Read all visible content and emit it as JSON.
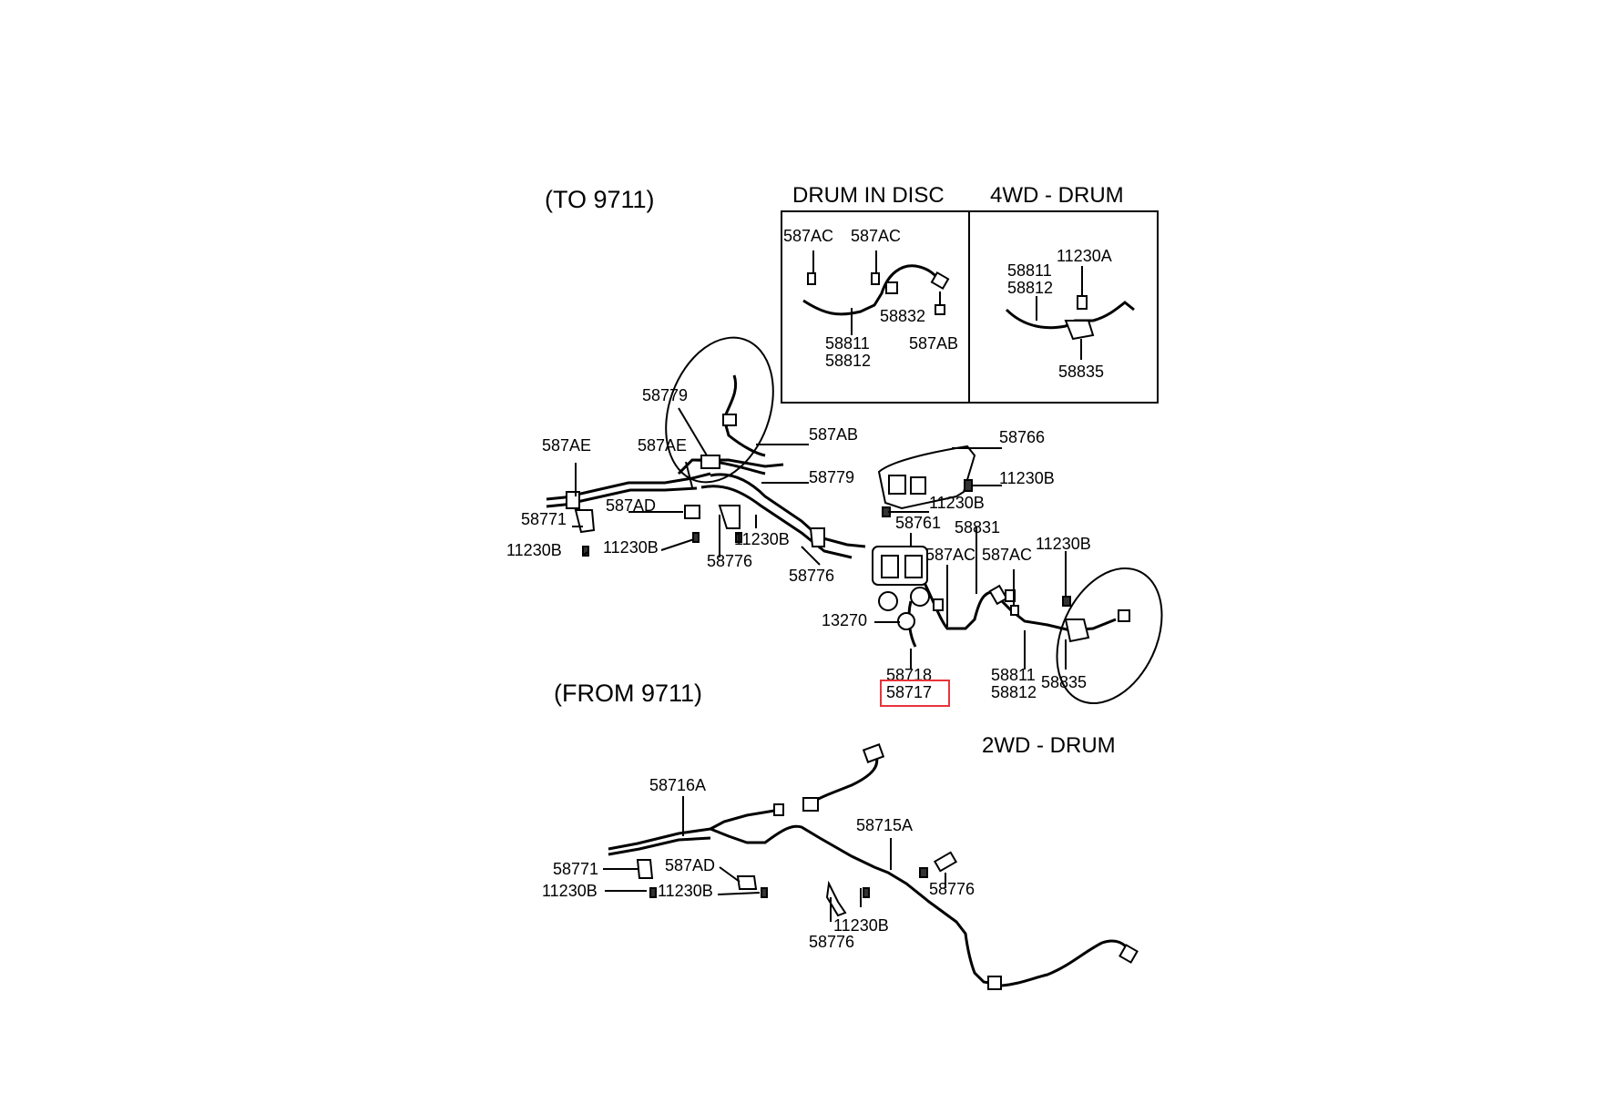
{
  "colors": {
    "line": "#000000",
    "background": "#ffffff",
    "highlight": "#e8333a"
  },
  "titles": {
    "to": "(TO 9711)",
    "from": "(FROM 9711)",
    "drum_in_disc": "DRUM IN DISC",
    "wd4_drum": "4WD - DRUM",
    "wd2_drum": "2WD - DRUM"
  },
  "inset_drum_in_disc": {
    "ac1": "587AC",
    "ac2": "587AC",
    "p58832": "58832",
    "ab": "587AB",
    "p58811": "58811",
    "p58812": "58812"
  },
  "inset_4wd": {
    "p58811": "58811",
    "p58812": "58812",
    "p11230a": "11230A",
    "p58835": "58835"
  },
  "main": {
    "p58779_top": "58779",
    "p587ab": "587AB",
    "p58766": "58766",
    "p11230b_r1": "11230B",
    "p11230b_r2": "11230B",
    "p587ae_left": "587AE",
    "p587ae_mid": "587AE",
    "p58779_mid": "58779",
    "p587ad": "587AD",
    "p58771": "58771",
    "p11230b_l1": "11230B",
    "p11230b_l2": "11230B",
    "p11230b_m": "11230B",
    "p58776_l": "58776",
    "p58776_m": "58776",
    "p58761": "58761",
    "p58831": "58831",
    "p587ac_1": "587AC",
    "p587ac_2": "587AC",
    "p11230b_far": "11230B",
    "p13270": "13270",
    "p58718": "58718",
    "p58717": "58717",
    "p58811": "58811",
    "p58812": "58812",
    "p58835": "58835"
  },
  "lower": {
    "p58716a": "58716A",
    "p58715a": "58715A",
    "p58771": "58771",
    "p587ad": "587AD",
    "p11230b_1": "11230B",
    "p11230b_2": "11230B",
    "p11230b_3": "11230B",
    "p58776_1": "58776",
    "p58776_2": "58776"
  }
}
